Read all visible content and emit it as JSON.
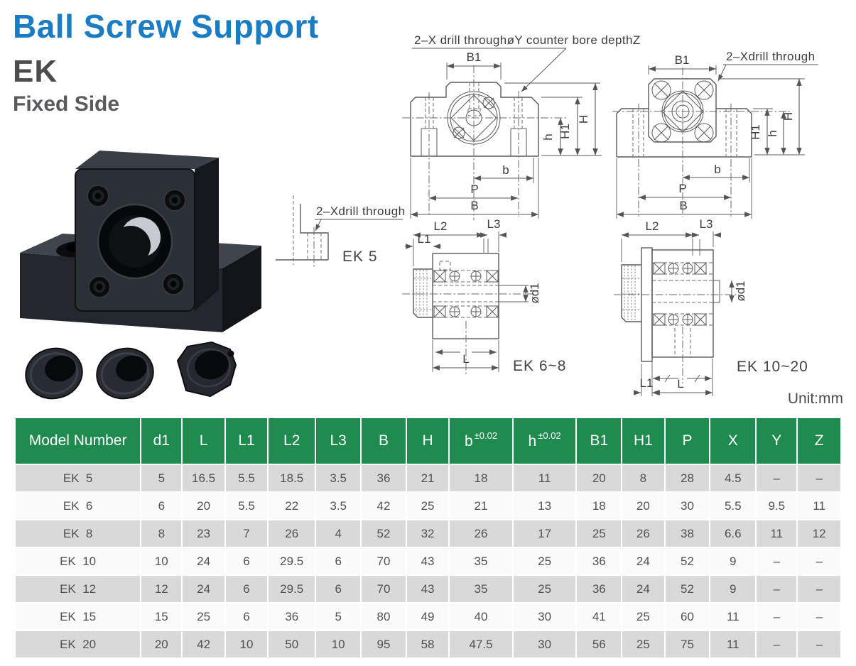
{
  "header": {
    "title": "Ball Screw Support",
    "series": "EK",
    "subtitle": "Fixed Side"
  },
  "unit_label": "Unit:mm",
  "drawing": {
    "annotations": {
      "counter_bore": "2–X drill throughøY counter bore depthZ",
      "drill_through": "2–Xdrill through"
    },
    "view_labels": {
      "ek5": "EK 5",
      "ek68": "EK 6~8",
      "ek1020": "EK 10~20"
    },
    "dims": {
      "B1": "B1",
      "H": "H",
      "H1": "H1",
      "h": "h",
      "b": "b",
      "P": "P",
      "B": "B",
      "L": "L",
      "L1": "L1",
      "L2": "L2",
      "L3": "L3",
      "od1": "ød1"
    }
  },
  "table": {
    "header": {
      "model": "Model Number",
      "left": [
        "d1",
        "L",
        "L1",
        "L2",
        "L3",
        "B",
        "H"
      ],
      "b_base": "b",
      "b_tol": "±0.02",
      "h_base": "h",
      "h_tol": "±0.02",
      "right": [
        "B1",
        "H1",
        "P",
        "X",
        "Y",
        "Z"
      ]
    },
    "rows": [
      {
        "model": "EK  5",
        "values": [
          "5",
          "16.5",
          "5.5",
          "18.5",
          "3.5",
          "36",
          "21",
          "18",
          "11",
          "20",
          "8",
          "28",
          "4.5",
          "–",
          "–"
        ]
      },
      {
        "model": "EK  6",
        "values": [
          "6",
          "20",
          "5.5",
          "22",
          "3.5",
          "42",
          "25",
          "21",
          "13",
          "18",
          "20",
          "30",
          "5.5",
          "9.5",
          "11"
        ]
      },
      {
        "model": "EK  8",
        "values": [
          "8",
          "23",
          "7",
          "26",
          "4",
          "52",
          "32",
          "26",
          "17",
          "25",
          "26",
          "38",
          "6.6",
          "11",
          "12"
        ]
      },
      {
        "model": "EK  10",
        "values": [
          "10",
          "24",
          "6",
          "29.5",
          "6",
          "70",
          "43",
          "35",
          "25",
          "36",
          "24",
          "52",
          "9",
          "–",
          "–"
        ]
      },
      {
        "model": "EK  12",
        "values": [
          "12",
          "24",
          "6",
          "29.5",
          "6",
          "70",
          "43",
          "35",
          "25",
          "36",
          "24",
          "52",
          "9",
          "–",
          "–"
        ]
      },
      {
        "model": "EK  15",
        "values": [
          "15",
          "25",
          "6",
          "36",
          "5",
          "80",
          "49",
          "40",
          "30",
          "41",
          "25",
          "60",
          "11",
          "–",
          "–"
        ]
      },
      {
        "model": "EK  20",
        "values": [
          "20",
          "42",
          "10",
          "50",
          "10",
          "95",
          "58",
          "47.5",
          "30",
          "56",
          "25",
          "75",
          "11",
          "–",
          "–"
        ]
      }
    ]
  },
  "colors": {
    "title_blue": "#1a7dc4",
    "header_green": "#1f8b4e",
    "row_gray": "#d9d9d9",
    "row_light": "#fbfbfb"
  }
}
